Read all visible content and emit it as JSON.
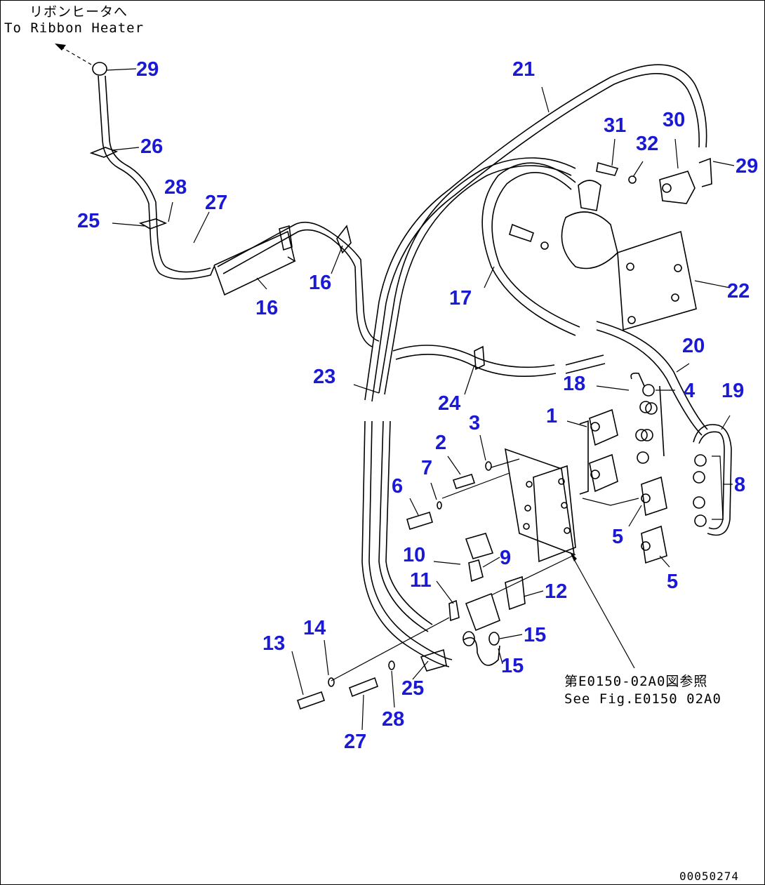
{
  "notes": {
    "ribbon_jp": "リボンヒータへ",
    "ribbon_en": "To Ribbon Heater",
    "see_jp": "第E0150-02A0図参照",
    "see_en": "See Fig.E0150 02A0",
    "drawing_no": "00050274"
  },
  "callouts": [
    "29",
    "26",
    "28",
    "27",
    "25",
    "16",
    "16",
    "21",
    "31",
    "32",
    "30",
    "29",
    "17",
    "22",
    "20",
    "23",
    "24",
    "18",
    "4",
    "19",
    "1",
    "3",
    "2",
    "7",
    "6",
    "8",
    "5",
    "5",
    "10",
    "9",
    "11",
    "12",
    "15",
    "15",
    "14",
    "13",
    "25",
    "28",
    "27"
  ]
}
